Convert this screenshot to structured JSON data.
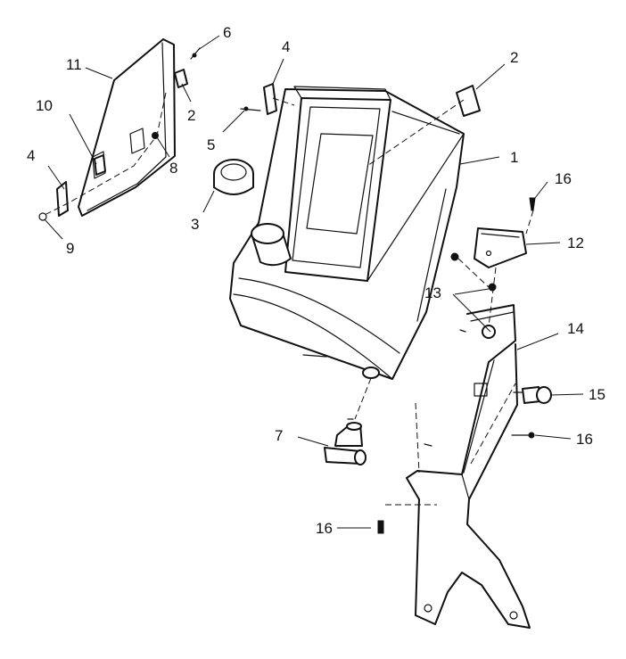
{
  "diagram": {
    "callouts": [
      "1",
      "2",
      "2",
      "3",
      "4",
      "4",
      "5",
      "6",
      "7",
      "8",
      "9",
      "10",
      "11",
      "12",
      "13",
      "14",
      "15",
      "16",
      "16",
      "16"
    ]
  },
  "colors": {
    "line": "#111111",
    "background": "#ffffff"
  }
}
